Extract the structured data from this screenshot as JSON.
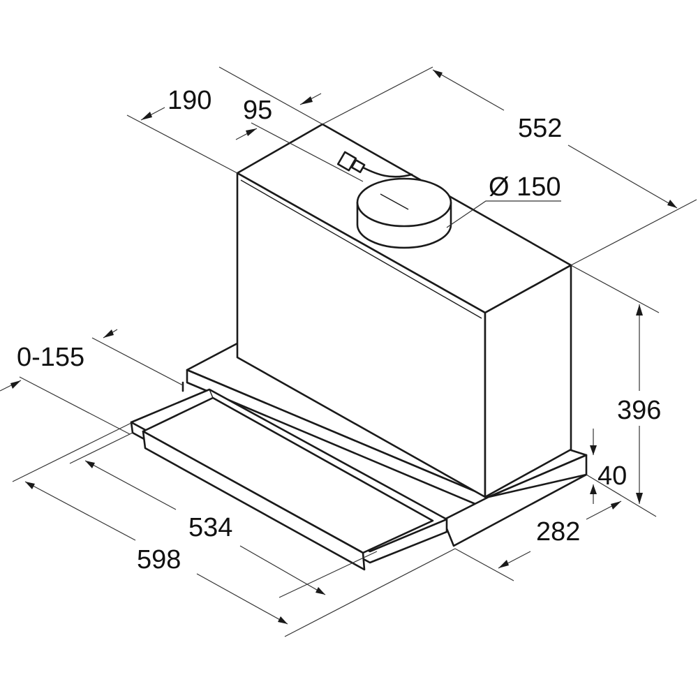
{
  "diagram": {
    "dimensions": {
      "depth_rear": "190",
      "outlet_offset": "95",
      "width_top": "552",
      "duct_diameter": "Ø 150",
      "drawer_extension": "0-155",
      "total_height": "396",
      "base_height": "40",
      "base_depth": "282",
      "inner_width": "534",
      "total_width": "598"
    }
  }
}
